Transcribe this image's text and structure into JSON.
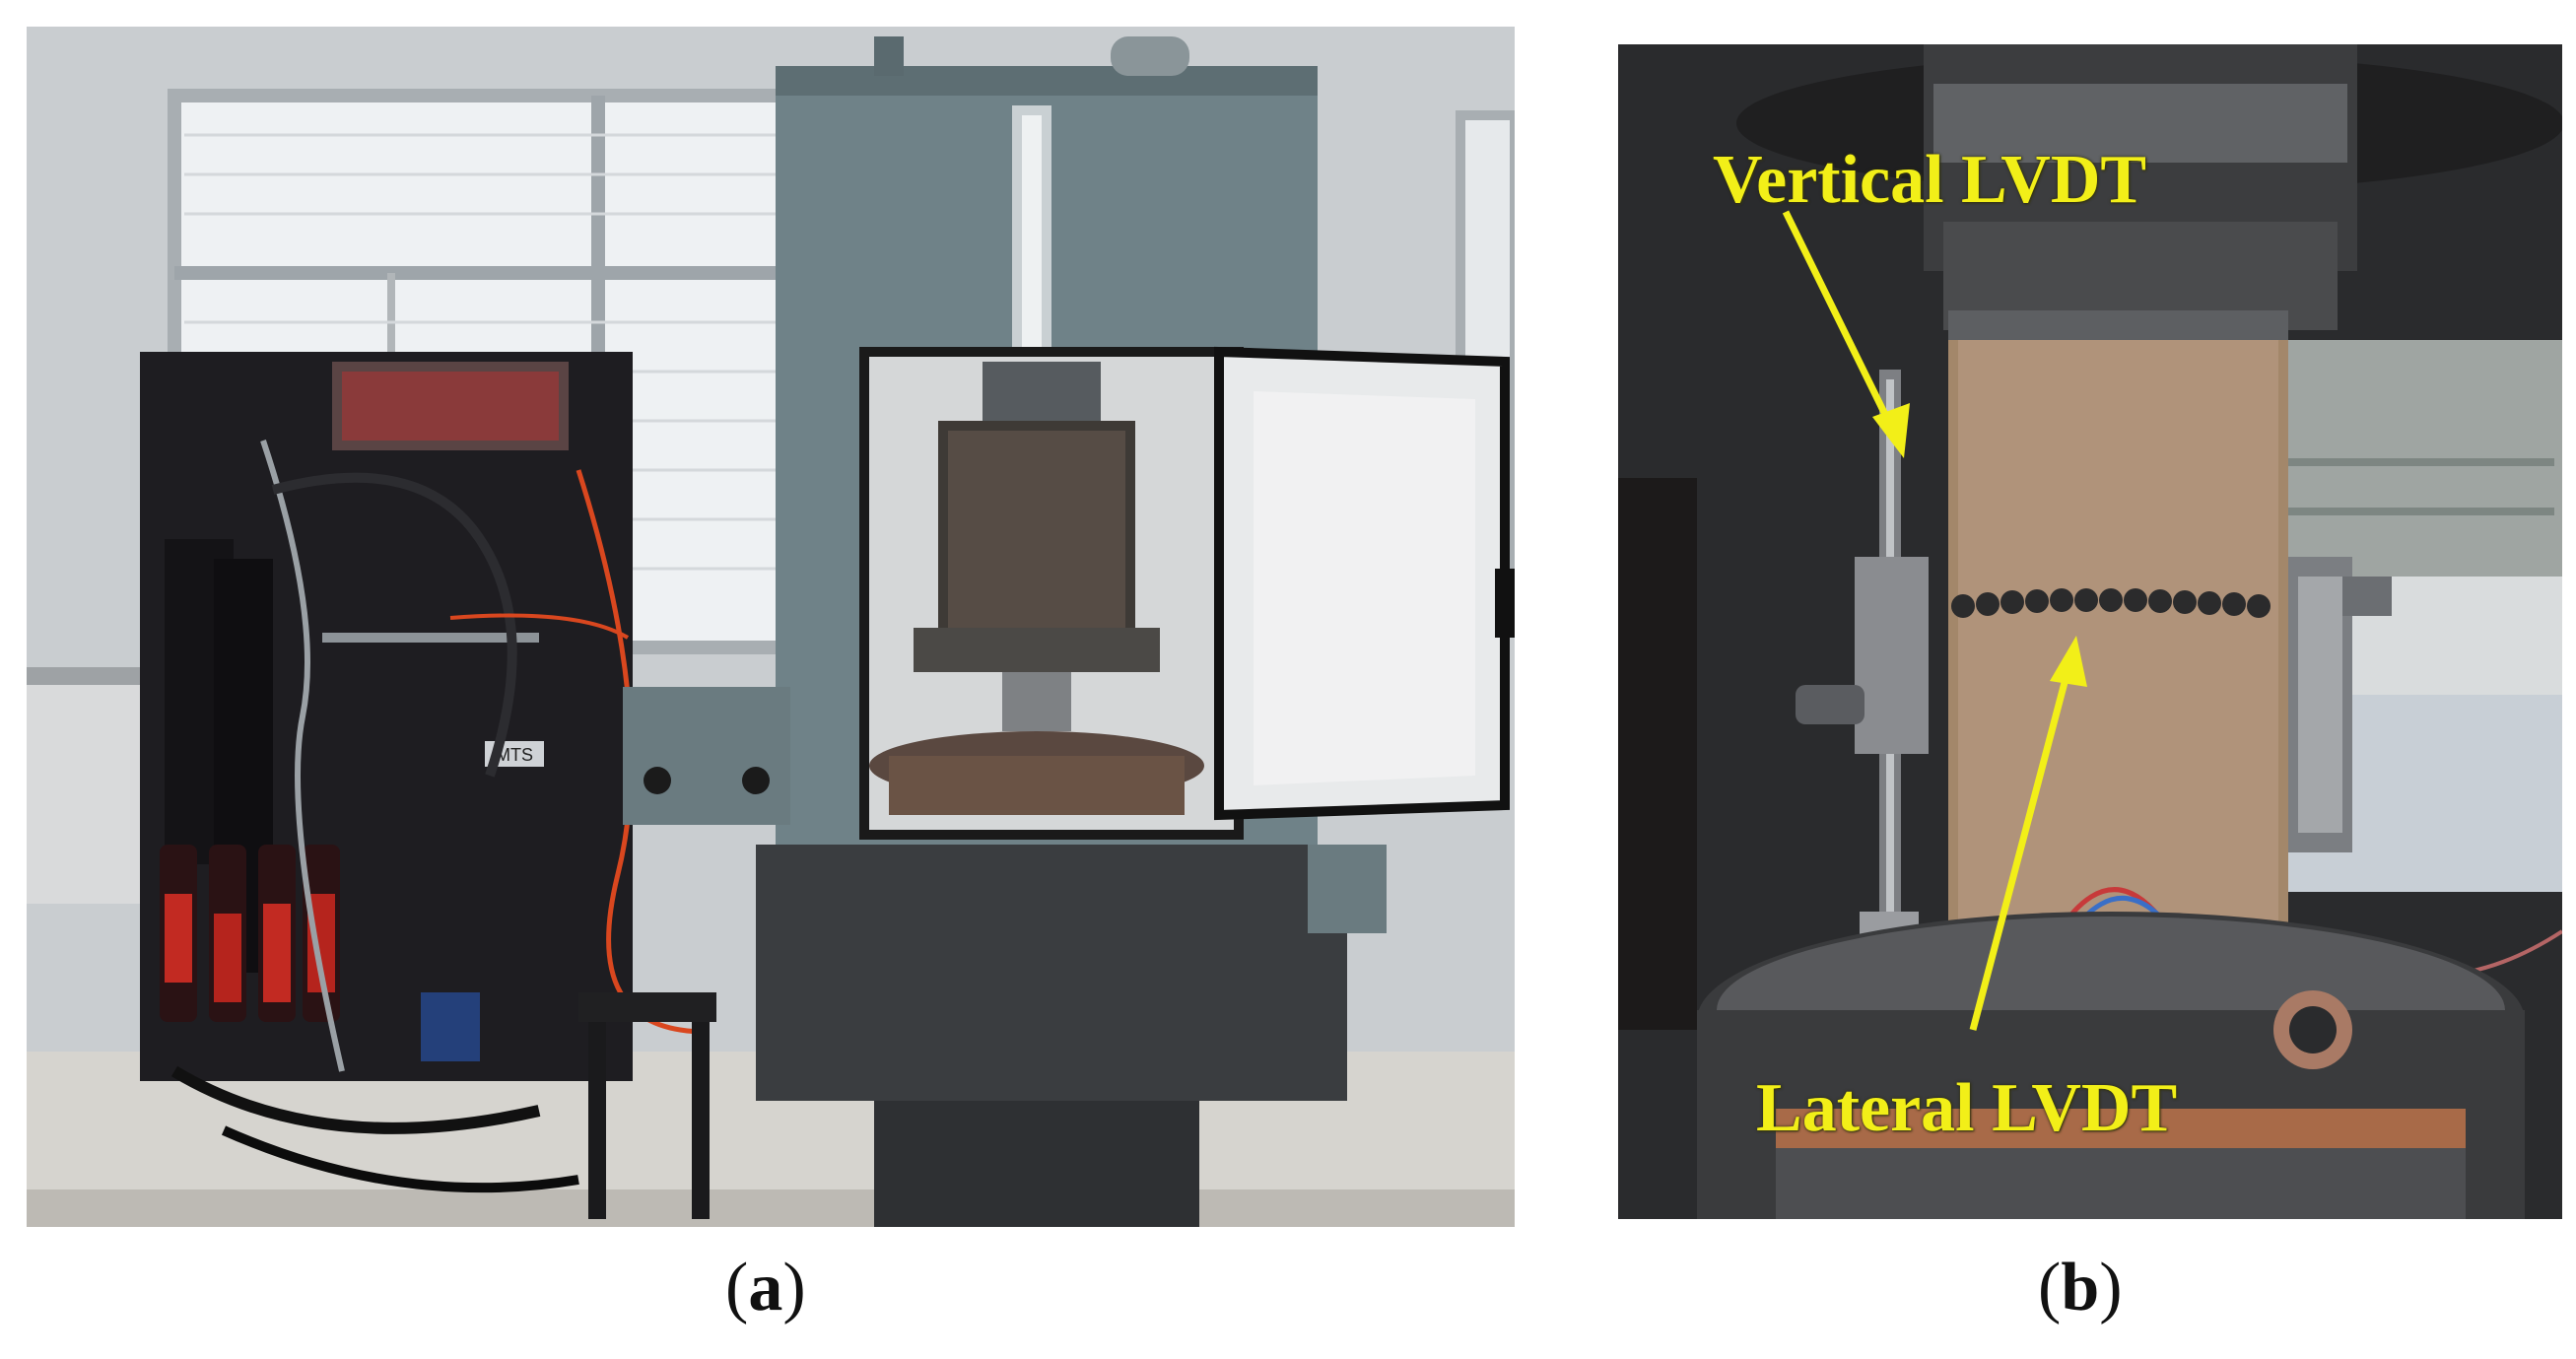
{
  "figure": {
    "panel_a": {
      "caption_open": "(",
      "caption_letter": "a",
      "caption_close": ")",
      "badge_text": "MTS"
    },
    "panel_b": {
      "caption_open": "(",
      "caption_letter": "b",
      "caption_close": ")",
      "labels": {
        "vertical": "Vertical LVDT",
        "lateral": "Lateral LVDT"
      }
    }
  },
  "colors": {
    "label_yellow": "#f2ef18",
    "machine_grey": "#6f8288",
    "cabinet_black": "#1e1d21",
    "hose_orange": "#d9471f",
    "specimen_tan": "#a3876a"
  }
}
